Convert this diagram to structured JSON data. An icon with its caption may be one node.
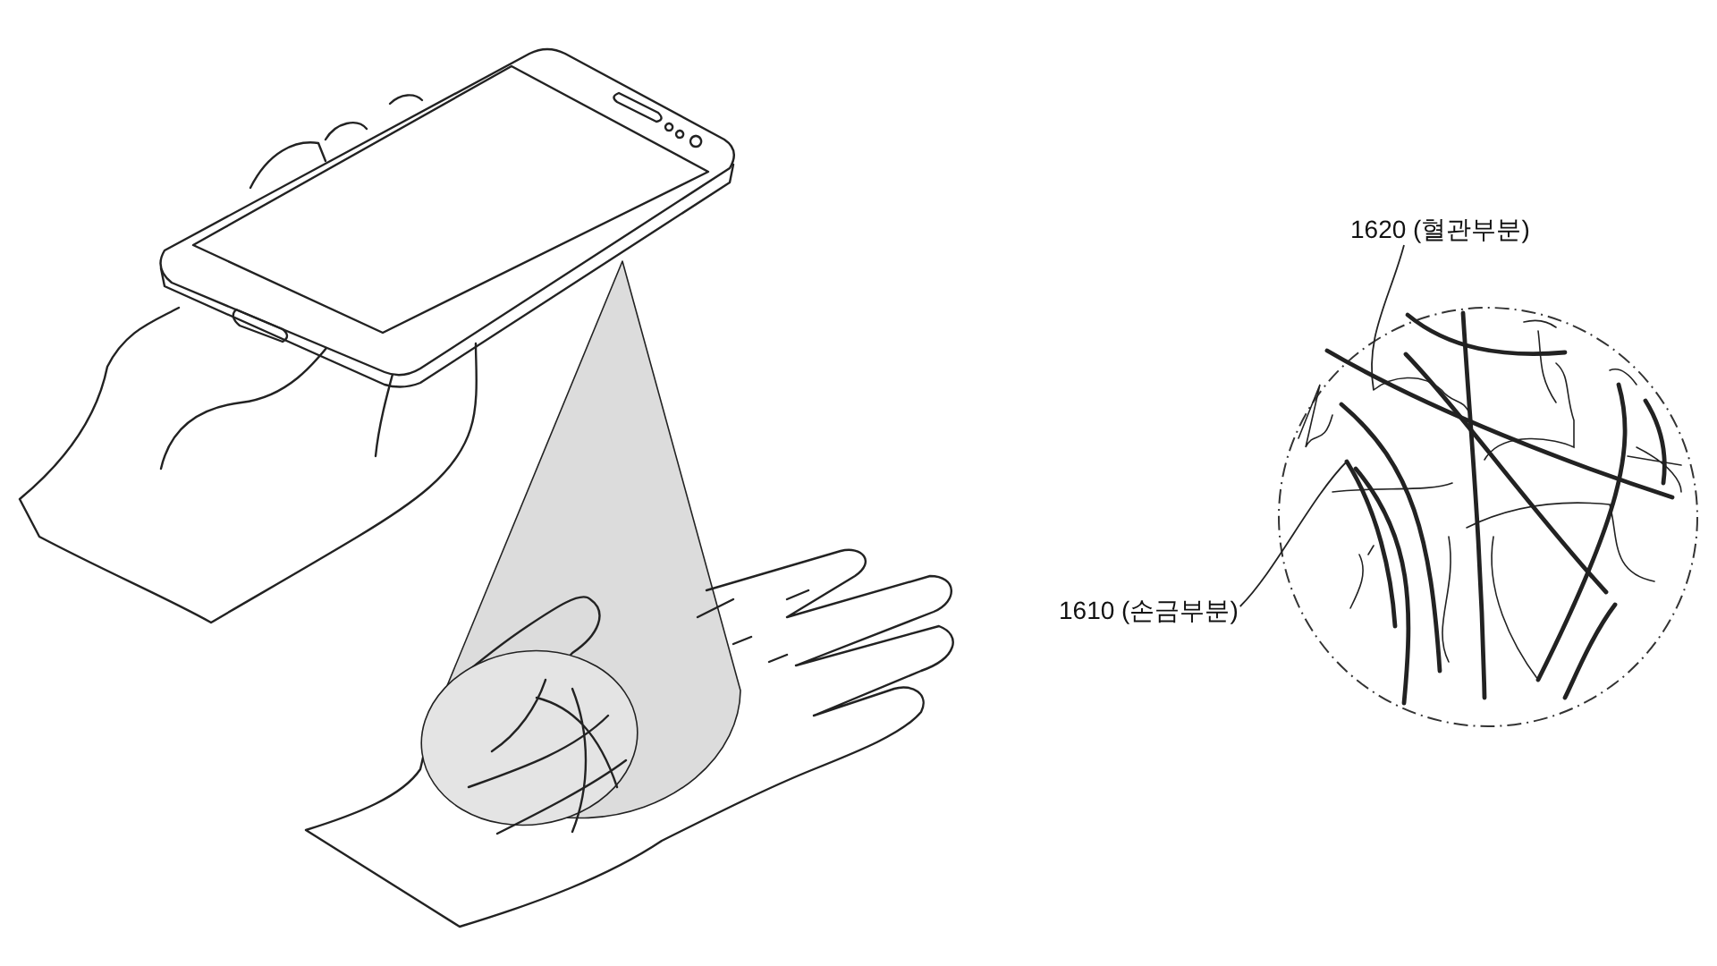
{
  "diagram": {
    "nodes": [
      {
        "text": [
          "1620 (혈관부분)"
        ]
      },
      {
        "text": [
          "1610 (손금부분)"
        ]
      },
      {
        "text": [],
        "shape": "circle"
      },
      {
        "text": [],
        "shape": "picture",
        "in": 2
      },
      {
        "text": [],
        "shape": "picture",
        "in": 2
      }
    ],
    "edges": [
      {
        "from": 0,
        "to": 3,
        "arrow": "none"
      },
      {
        "from": 1,
        "to": 4,
        "arrow": "none"
      }
    ]
  }
}
